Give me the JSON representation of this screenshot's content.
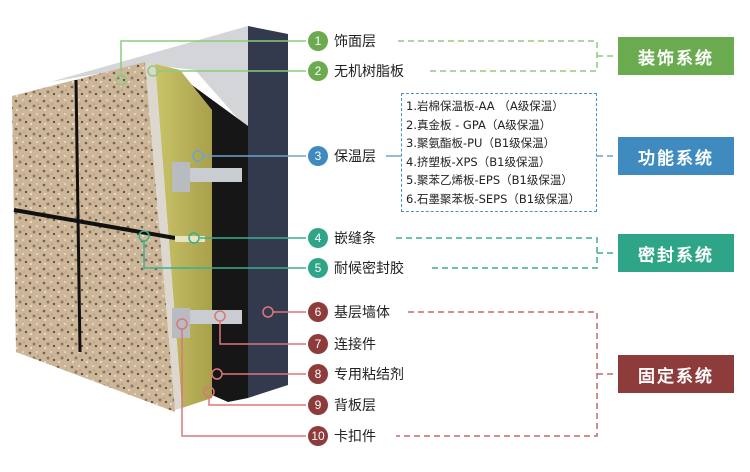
{
  "colors": {
    "decor": "#6aab4f",
    "function": "#3f8bbf",
    "seal": "#2fa587",
    "fix": "#8e3b3b",
    "fix_line": "#d9787a"
  },
  "components": [
    {
      "num": "1",
      "label": "饰面层",
      "group": "decor"
    },
    {
      "num": "2",
      "label": "无机树脂板",
      "group": "decor"
    },
    {
      "num": "3",
      "label": "保温层",
      "group": "function"
    },
    {
      "num": "4",
      "label": "嵌缝条",
      "group": "seal"
    },
    {
      "num": "5",
      "label": "耐候密封胶",
      "group": "seal"
    },
    {
      "num": "6",
      "label": "基层墙体",
      "group": "fix"
    },
    {
      "num": "7",
      "label": "连接件",
      "group": "fix"
    },
    {
      "num": "8",
      "label": "专用粘结剂",
      "group": "fix"
    },
    {
      "num": "9",
      "label": "背板层",
      "group": "fix"
    },
    {
      "num": "10",
      "label": "卡扣件",
      "group": "fix"
    }
  ],
  "insulation_options": [
    "1.岩棉保温板-AA （A级保温）",
    "2.真金板 - GPA（A级保温）",
    "3.聚氨酯板-PU（B1级保温）",
    "4.挤塑板-XPS（B1级保温）",
    "5.聚苯乙烯板-EPS（B1级保温）",
    "6.石墨聚苯板-SEPS（B1级保温）"
  ],
  "systems": {
    "decor": "装饰系统",
    "function": "功能系统",
    "seal": "密封系统",
    "fix": "固定系统"
  }
}
